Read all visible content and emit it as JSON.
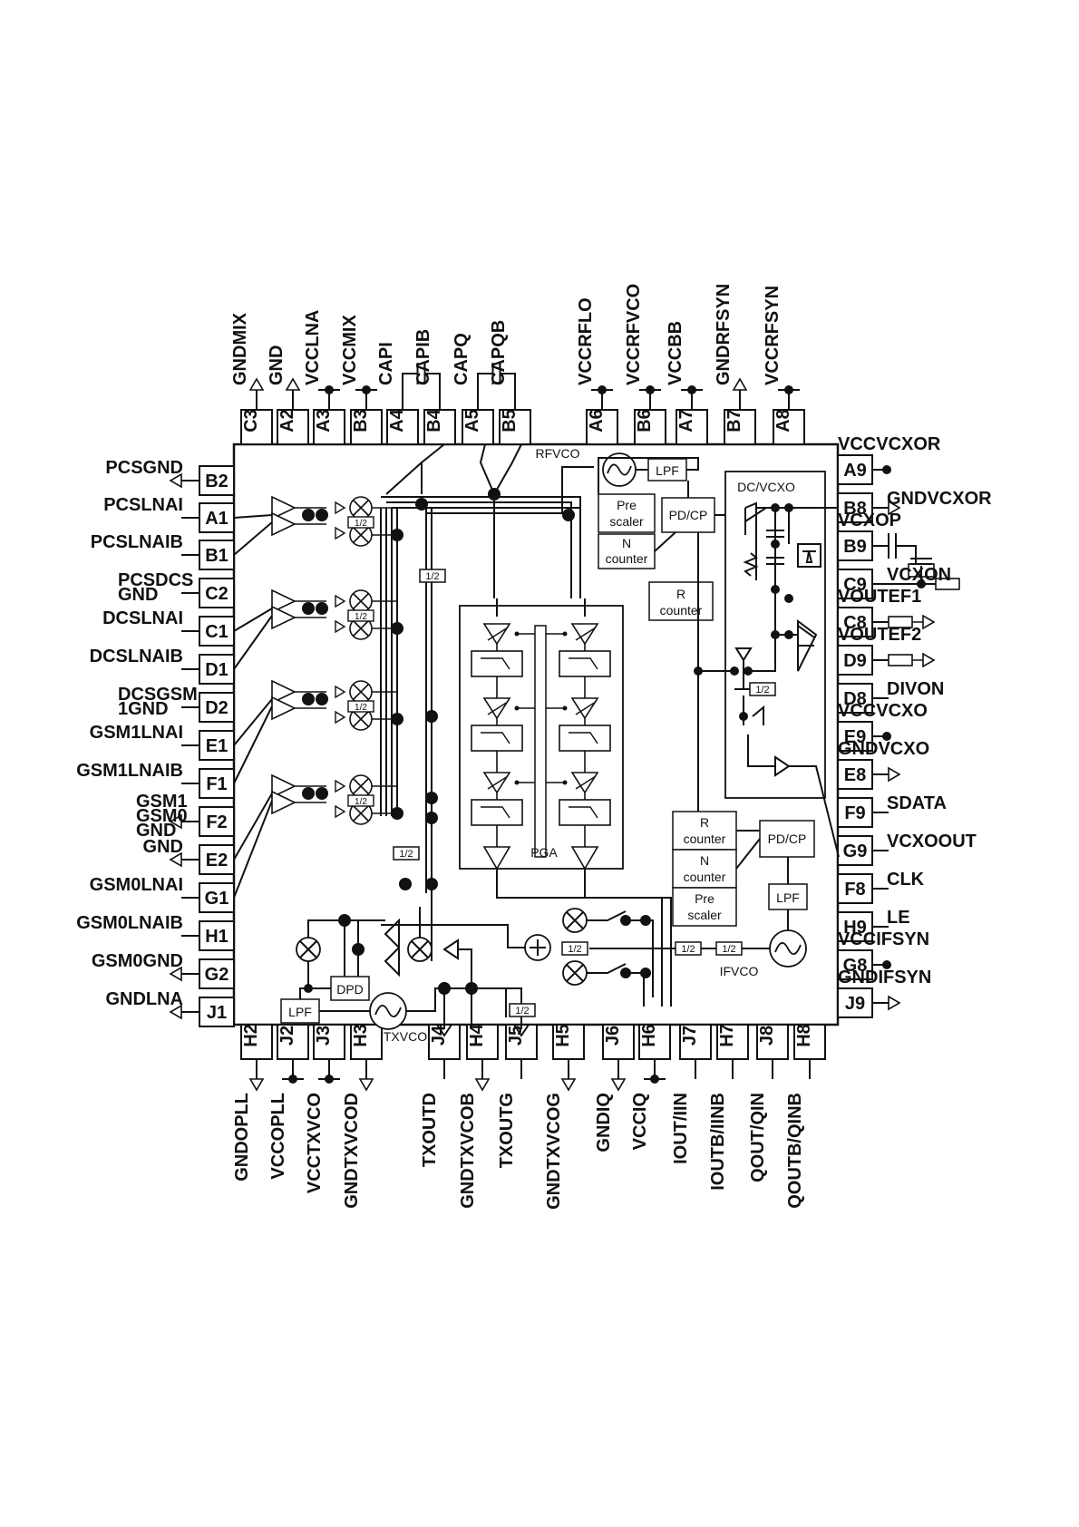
{
  "pins": {
    "top": [
      {
        "id": "C3",
        "signal": "GNDMIX",
        "kind": "arrow"
      },
      {
        "id": "A2",
        "signal": "GND",
        "kind": "arrow"
      },
      {
        "id": "A3",
        "signal": "VCCLNA",
        "kind": "dot"
      },
      {
        "id": "B3",
        "signal": "VCCMIX",
        "kind": "dot"
      },
      {
        "id": "A4",
        "signal": "CAPI",
        "kind": "cap"
      },
      {
        "id": "B4",
        "signal": "CAPIB",
        "kind": "cap"
      },
      {
        "id": "A5",
        "signal": "CAPQ",
        "kind": "cap"
      },
      {
        "id": "B5",
        "signal": "CAPQB",
        "kind": "cap"
      },
      {
        "id": "A6",
        "signal": "VCCRFLO",
        "kind": "dot"
      },
      {
        "id": "B6",
        "signal": "VCCRFVCO",
        "kind": "dot"
      },
      {
        "id": "A7",
        "signal": "VCCBB",
        "kind": "dot"
      },
      {
        "id": "B7",
        "signal": "GNDRFSYN",
        "kind": "arrow"
      },
      {
        "id": "A8",
        "signal": "VCCRFSYN",
        "kind": "dot"
      }
    ],
    "left": [
      {
        "id": "B2",
        "signal": "PCSGND",
        "kind": "arrow"
      },
      {
        "id": "A1",
        "signal": "PCSLNAI",
        "kind": "line"
      },
      {
        "id": "B1",
        "signal": "PCSLNAIB",
        "kind": "line"
      },
      {
        "id": "C2",
        "signal": "PCSDCS GND",
        "kind": "line"
      },
      {
        "id": "C1",
        "signal": "DCSLNAI",
        "kind": "line"
      },
      {
        "id": "D1",
        "signal": "DCSLNAIB",
        "kind": "line"
      },
      {
        "id": "D2",
        "signal": "DCSGSM 1GND",
        "kind": "line"
      },
      {
        "id": "E1",
        "signal": "GSM1LNAI",
        "kind": "line"
      },
      {
        "id": "F1",
        "signal": "GSM1LNAIB",
        "kind": "line"
      },
      {
        "id": "F2",
        "signal": "GSM1 GSM0 GND",
        "kind": "arrow"
      },
      {
        "id": "E2",
        "signal": "GND",
        "kind": "arrow"
      },
      {
        "id": "G1",
        "signal": "GSM0LNAI",
        "kind": "line"
      },
      {
        "id": "H1",
        "signal": "GSM0LNAIB",
        "kind": "line"
      },
      {
        "id": "G2",
        "signal": "GSM0GND",
        "kind": "arrow"
      },
      {
        "id": "J1",
        "signal": "GNDLNA",
        "kind": "arrow"
      }
    ],
    "right": [
      {
        "id": "A9",
        "signal": "VCCVCXOR",
        "kind": "dot"
      },
      {
        "id": "B8",
        "signal": "GNDVCXOR",
        "kind": "arrow"
      },
      {
        "id": "B9",
        "signal": "VCXOP",
        "kind": "cap"
      },
      {
        "id": "C9",
        "signal": "VCXON",
        "kind": "res"
      },
      {
        "id": "C8",
        "signal": "VOUTEF1",
        "kind": "res-arrow"
      },
      {
        "id": "D9",
        "signal": "VOUTEF2",
        "kind": "res-arrow"
      },
      {
        "id": "D8",
        "signal": "DIVON",
        "kind": "line"
      },
      {
        "id": "E9",
        "signal": "VCCVCXO",
        "kind": "dot"
      },
      {
        "id": "E8",
        "signal": "GNDVCXO",
        "kind": "arrow"
      },
      {
        "id": "F9",
        "signal": "SDATA",
        "kind": "line"
      },
      {
        "id": "G9",
        "signal": "VCXOOUT",
        "kind": "line"
      },
      {
        "id": "F8",
        "signal": "CLK",
        "kind": "line"
      },
      {
        "id": "H9",
        "signal": "LE",
        "kind": "line"
      },
      {
        "id": "G8",
        "signal": "VCCIFSYN",
        "kind": "dot"
      },
      {
        "id": "J9",
        "signal": "GNDIFSYN",
        "kind": "arrow"
      }
    ],
    "bottom": [
      {
        "id": "H2",
        "signal": "GNDOPLL",
        "kind": "arrow"
      },
      {
        "id": "J2",
        "signal": "VCCOPLL",
        "kind": "dot"
      },
      {
        "id": "J3",
        "signal": "VCCTXVCO",
        "kind": "dot"
      },
      {
        "id": "H3",
        "signal": "GNDTXVCOD",
        "kind": "arrow"
      },
      {
        "id": "J4",
        "signal": "TXOUTD",
        "kind": "line"
      },
      {
        "id": "H4",
        "signal": "GNDTXVCOB",
        "kind": "arrow"
      },
      {
        "id": "J5",
        "signal": "TXOUTG",
        "kind": "line"
      },
      {
        "id": "H5",
        "signal": "GNDTXVCOG",
        "kind": "arrow"
      },
      {
        "id": "J6",
        "signal": "GNDIQ",
        "kind": "arrow"
      },
      {
        "id": "H6",
        "signal": "VCCIQ",
        "kind": "dot"
      },
      {
        "id": "J7",
        "signal": "IOUT/IIN",
        "kind": "line"
      },
      {
        "id": "H7",
        "signal": "IOUTB/IINB",
        "kind": "line"
      },
      {
        "id": "J8",
        "signal": "QOUT/QIN",
        "kind": "line"
      },
      {
        "id": "H8",
        "signal": "QOUTB/QINB",
        "kind": "line"
      }
    ]
  },
  "blocks": {
    "rfvco": "RFVCO",
    "lpf_rf": "LPF",
    "prescaler_rf": [
      "Pre",
      "scaler"
    ],
    "pdcp_rf": "PD/CP",
    "ncounter_rf": [
      "N",
      "counter"
    ],
    "rcounter_rf": [
      "R",
      "counter"
    ],
    "dcvcxo": "DC/VCXO",
    "pga": "PGA",
    "rcounter_if": [
      "R",
      "counter"
    ],
    "ncounter_if": [
      "N",
      "counter"
    ],
    "prescaler_if": [
      "Pre",
      "scaler"
    ],
    "pdcp_if": "PD/CP",
    "lpf_if": "LPF",
    "ifvco": "IFVCO",
    "dpd": "DPD",
    "lpf_tx": "LPF",
    "txvco": "TXVCO",
    "half": "1/2"
  }
}
